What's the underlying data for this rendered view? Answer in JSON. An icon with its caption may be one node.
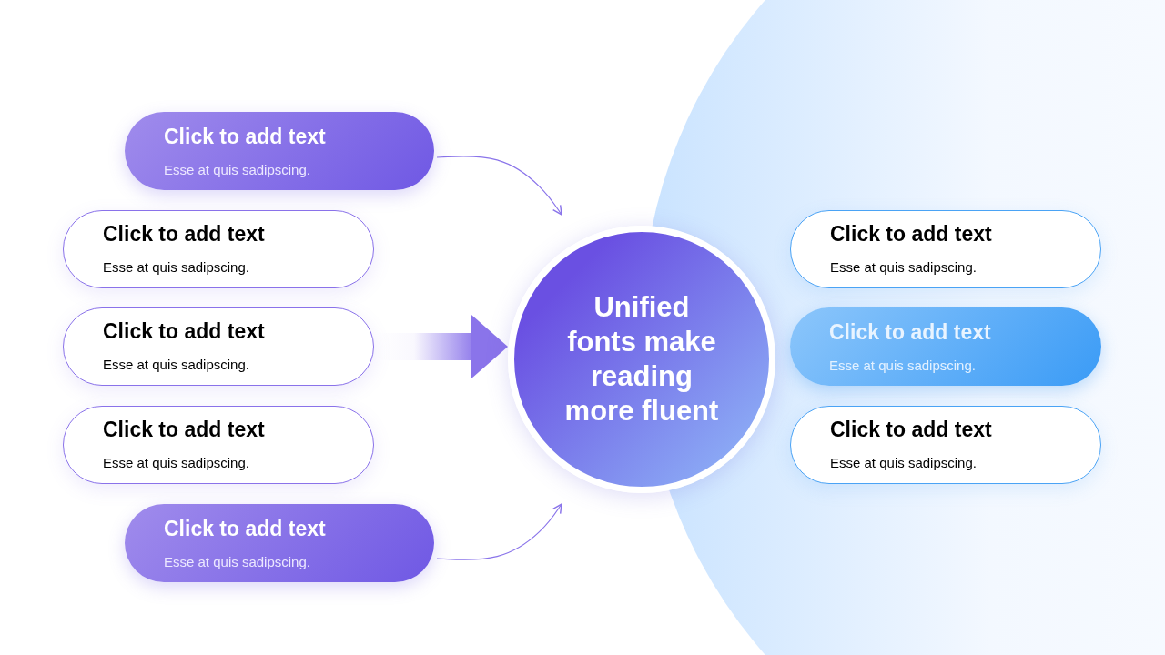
{
  "diagram": {
    "nodes": [
      {
        "text": [
          "Click to add text",
          "Esse at quis sadipscing."
        ]
      },
      {
        "text": [
          "Click to add text",
          "Esse at quis sadipscing."
        ]
      },
      {
        "text": [
          "Click to add text",
          "Esse at quis sadipscing."
        ]
      },
      {
        "text": [
          "Click to add text",
          "Esse at quis sadipscing."
        ]
      },
      {
        "text": [
          "Click to add text",
          "Esse at quis sadipscing."
        ]
      },
      {
        "text": [
          "Unified fonts make reading more fluent"
        ]
      },
      {
        "text": [
          "Click to add text",
          "Esse at quis sadipscing."
        ]
      },
      {
        "text": [
          "Click to add text",
          "Esse at quis sadipscing."
        ]
      },
      {
        "text": [
          "Click to add text",
          "Esse at quis sadipscing."
        ]
      }
    ],
    "edges": [
      {
        "from": 0,
        "to": 5,
        "arrow": "to"
      },
      {
        "from": 2,
        "to": 5,
        "arrow": "to",
        "style": "thick"
      },
      {
        "from": 4,
        "to": 5,
        "arrow": "to"
      }
    ]
  }
}
